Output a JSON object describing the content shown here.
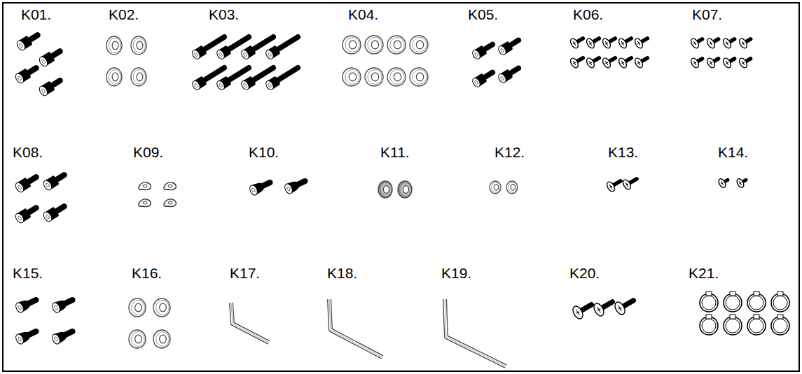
{
  "diagram": {
    "labels": [
      "K01.",
      "K02.",
      "K03.",
      "K04.",
      "K05.",
      "K06.",
      "K07.",
      "K08.",
      "K09.",
      "K10.",
      "K11.",
      "K12.",
      "K13.",
      "K14.",
      "K15.",
      "K16.",
      "K17.",
      "K18.",
      "K19.",
      "K20.",
      "K21."
    ]
  }
}
